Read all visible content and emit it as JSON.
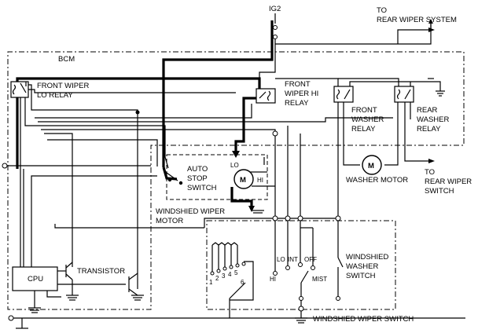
{
  "diagram": {
    "labels": {
      "ig2": "IG2",
      "to_rear_wiper_system_1": "TO",
      "to_rear_wiper_system_2": "REAR WIPER SYSTEM",
      "bcm": "BCM",
      "front_wiper_lo_relay_1": "FRONT WIPER",
      "front_wiper_lo_relay_2": "LO RELAY",
      "front_wiper_hi_relay_1": "FRONT",
      "front_wiper_hi_relay_2": "WIPER HI",
      "front_wiper_hi_relay_3": "RELAY",
      "front_washer_relay_1": "FRONT",
      "front_washer_relay_2": "WASHER",
      "front_washer_relay_3": "RELAY",
      "rear_washer_relay_1": "REAR",
      "rear_washer_relay_2": "WASHER",
      "rear_washer_relay_3": "RELAY",
      "auto_stop_switch_1": "AUTO",
      "auto_stop_switch_2": "STOP",
      "auto_stop_switch_3": "SWITCH",
      "motor_lo": "LO",
      "motor_hi": "HI",
      "motor_symbol": "M",
      "washer_motor_symbol": "M",
      "washer_motor": "WASHER MOTOR",
      "to_rear_wiper_switch_1": "TO",
      "to_rear_wiper_switch_2": "REAR WIPER",
      "to_rear_wiper_switch_3": "SWITCH",
      "windshield_wiper_motor_1": "WINDSHIED WIPER",
      "windshield_wiper_motor_2": "MOTOR",
      "cpu": "CPU",
      "transistor": "TRANSISTOR",
      "sw_hi": "HI",
      "sw_lo": "LO",
      "sw_int": "INT",
      "sw_off": "OFF",
      "sw_mist": "MIST",
      "int_1": "1",
      "int_2": "2",
      "int_3": "3",
      "int_4": "4",
      "int_5": "5",
      "int_6": "6",
      "windshield_washer_switch_1": "WINDSHIED",
      "windshield_washer_switch_2": "WASHER",
      "windshield_washer_switch_3": "SWITCH",
      "windshield_wiper_switch": "WINDSHIED WIPER SWITCH"
    }
  }
}
